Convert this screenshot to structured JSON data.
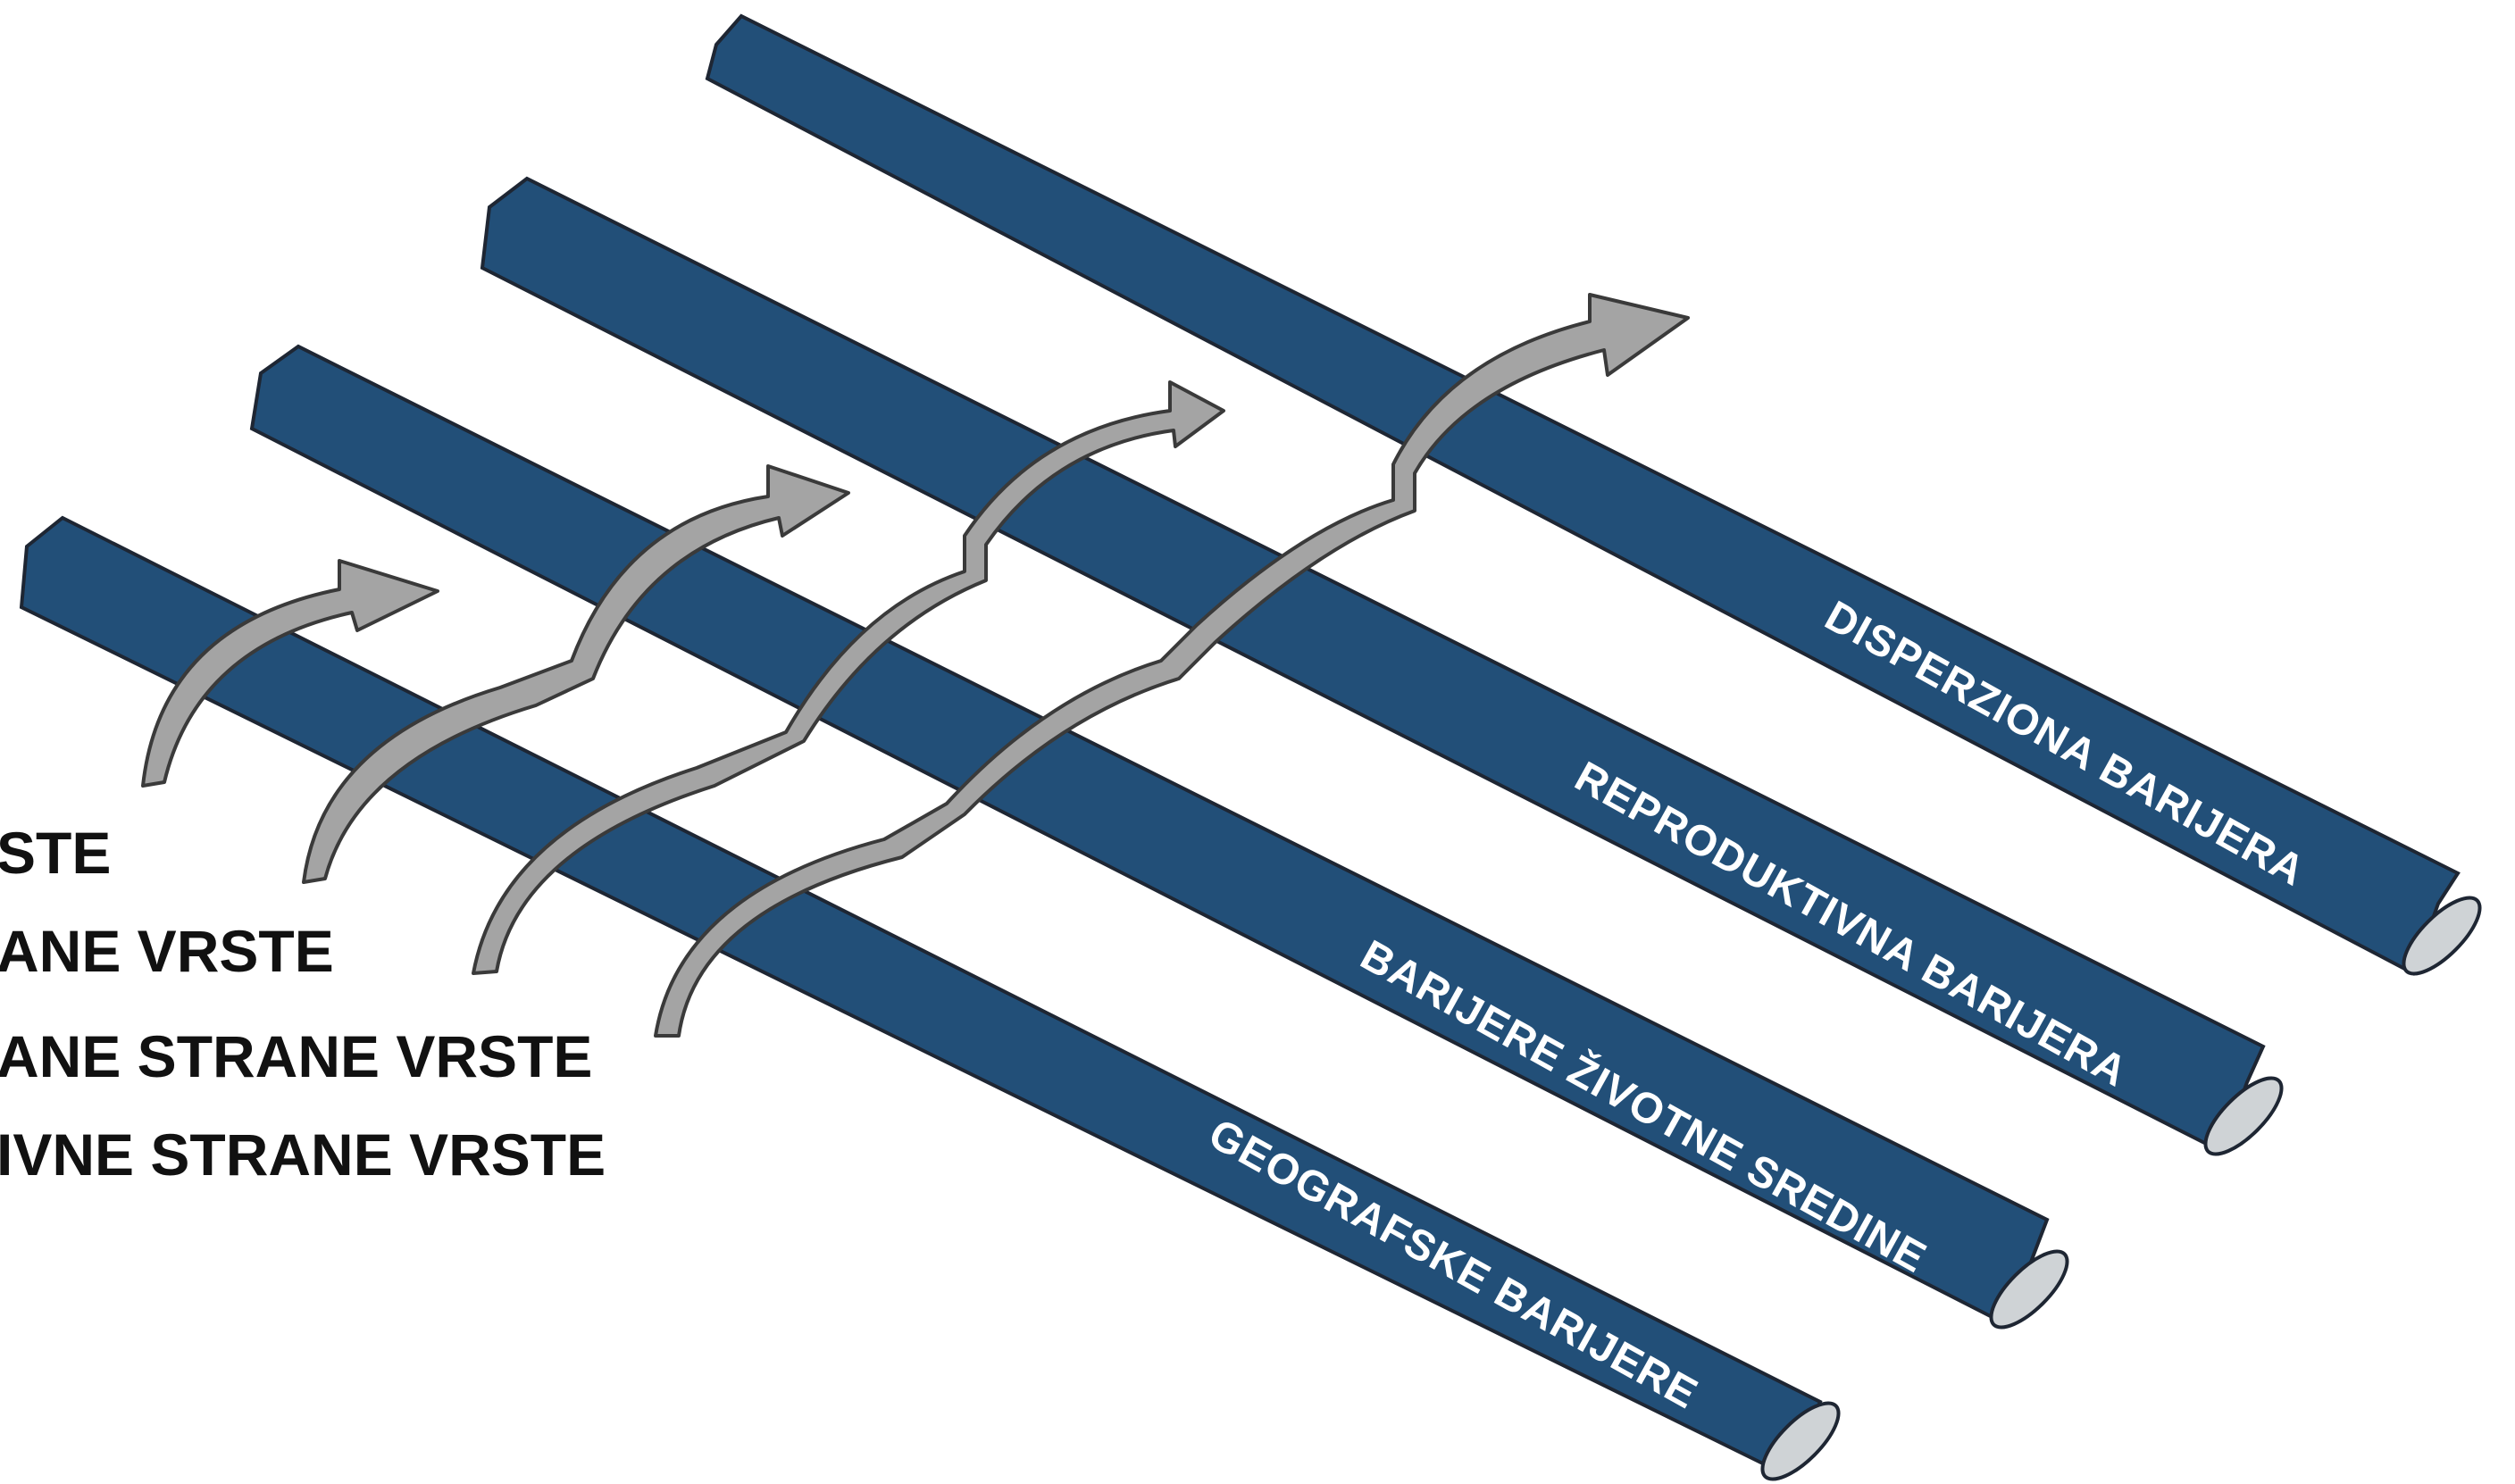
{
  "stages": [
    {
      "label": "STE"
    },
    {
      "label": "ANE VRSTE"
    },
    {
      "label": "ANE STRANE VRSTE"
    },
    {
      "label": "IVNE STRANE VRSTE"
    }
  ],
  "barriers": [
    {
      "label": "DISPERZIONA BARIJERA"
    },
    {
      "label": "REPRODUKTIVNA BARIJERA"
    },
    {
      "label": "BARIJERE ŽIVOTNE SREDINE"
    },
    {
      "label": "GEOGRAFSKE BARIJERE"
    }
  ],
  "colors": {
    "barrier_fill": "#224f78",
    "barrier_text": "#ffffff",
    "arrow_fill": "#a4a4a4",
    "end_cap": "#cfd3d6"
  },
  "icons": {
    "arrow": "curved-arrow-icon"
  }
}
